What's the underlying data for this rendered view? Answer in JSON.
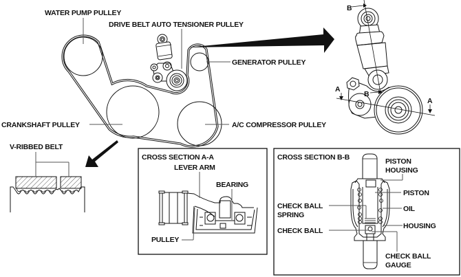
{
  "title": "Drive belt auto tensioner pulley diagram",
  "main_view": {
    "labels": {
      "water_pump_pulley": "WATER PUMP PULLEY",
      "drive_belt_auto_tensioner_pulley": "DRIVE BELT AUTO TENSIONER PULLEY",
      "generator_pulley": "GENERATOR PULLEY",
      "crankshaft_pulley": "CRANKSHAFT PULLEY",
      "ac_compressor_pulley": "A/C COMPRESSOR PULLEY"
    }
  },
  "tensioner_detail": {
    "section_marks": {
      "b_top": "B",
      "b_mid": "B",
      "a_left": "A",
      "a_right": "A"
    }
  },
  "belt_detail": {
    "label": "V-RIBBED BELT"
  },
  "cross_section_aa": {
    "title": "CROSS SECTION A-A",
    "labels": {
      "lever_arm": "LEVER ARM",
      "bearing": "BEARING",
      "pulley": "PULLEY"
    }
  },
  "cross_section_bb": {
    "title": "CROSS SECTION B-B",
    "labels": {
      "piston_housing_1": "PISTON",
      "piston_housing_2": "HOUSING",
      "piston": "PISTON",
      "oil": "OIL",
      "housing": "HOUSING",
      "check_ball_spring_1": "CHECK BALL",
      "check_ball_spring_2": "SPRING",
      "check_ball": "CHECK BALL",
      "check_ball_gauge_1": "CHECK BALL",
      "check_ball_gauge_2": "GAUGE"
    }
  }
}
